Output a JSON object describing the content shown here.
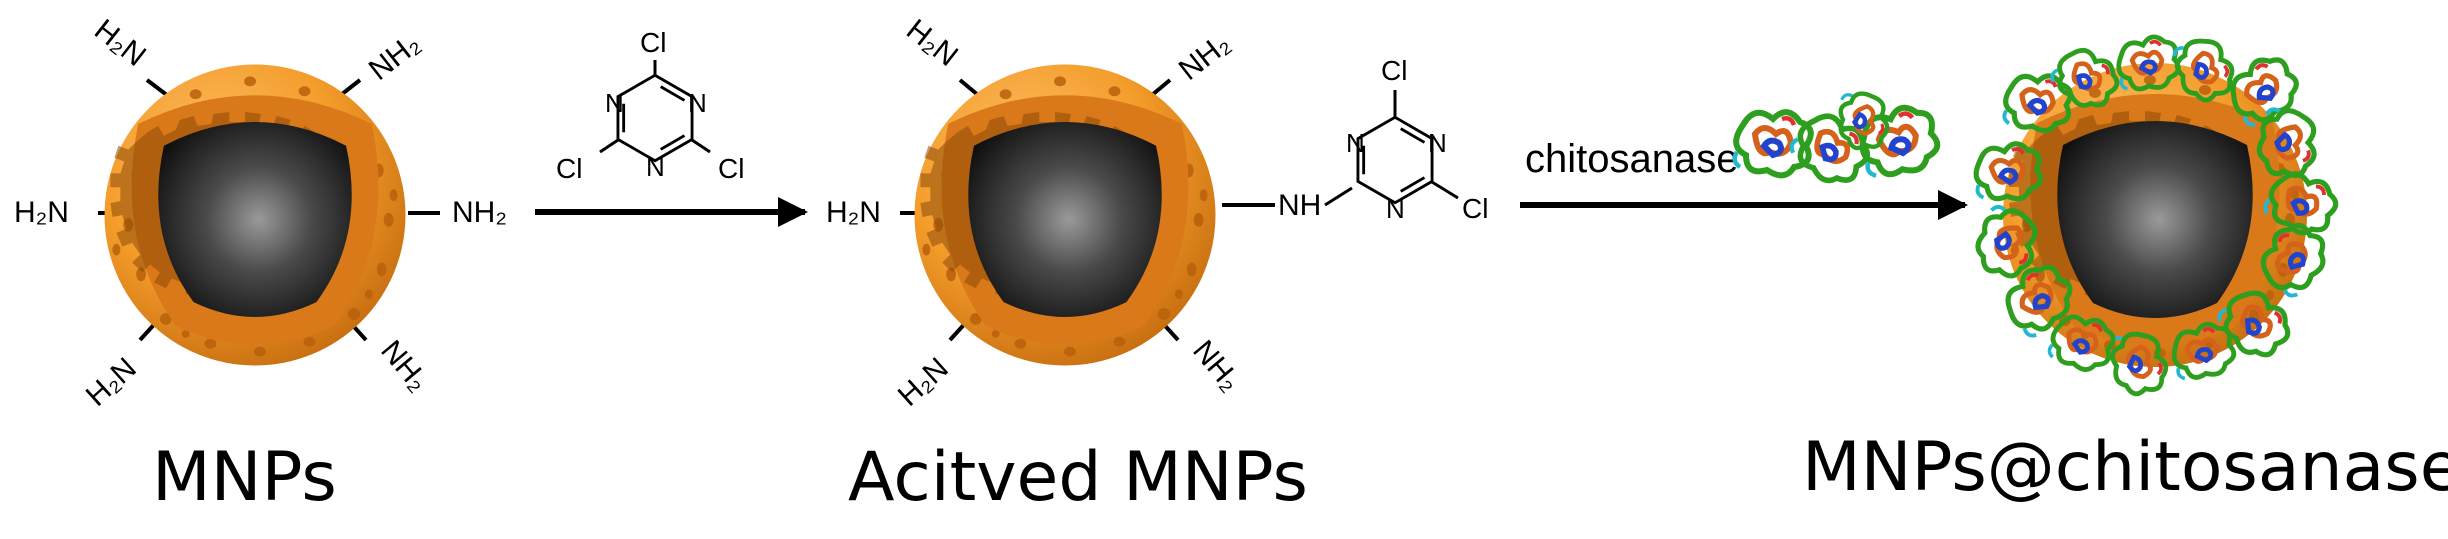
{
  "labels": {
    "stage1_caption": "MNPs",
    "stage2_caption": "Acitved MNPs",
    "stage3_caption": "MNPs@chitosanase",
    "reagent_name": "chitosanase",
    "cl": "Cl",
    "n": "N",
    "nh": "NH",
    "nh2": "NH₂",
    "h2n": "H₂N"
  },
  "colors": {
    "shell": "#F39C2A",
    "shell_dark": "#C46A0E",
    "core_light": "#9a9a9a",
    "core_dark": "#101010",
    "arrow": "#000000"
  }
}
